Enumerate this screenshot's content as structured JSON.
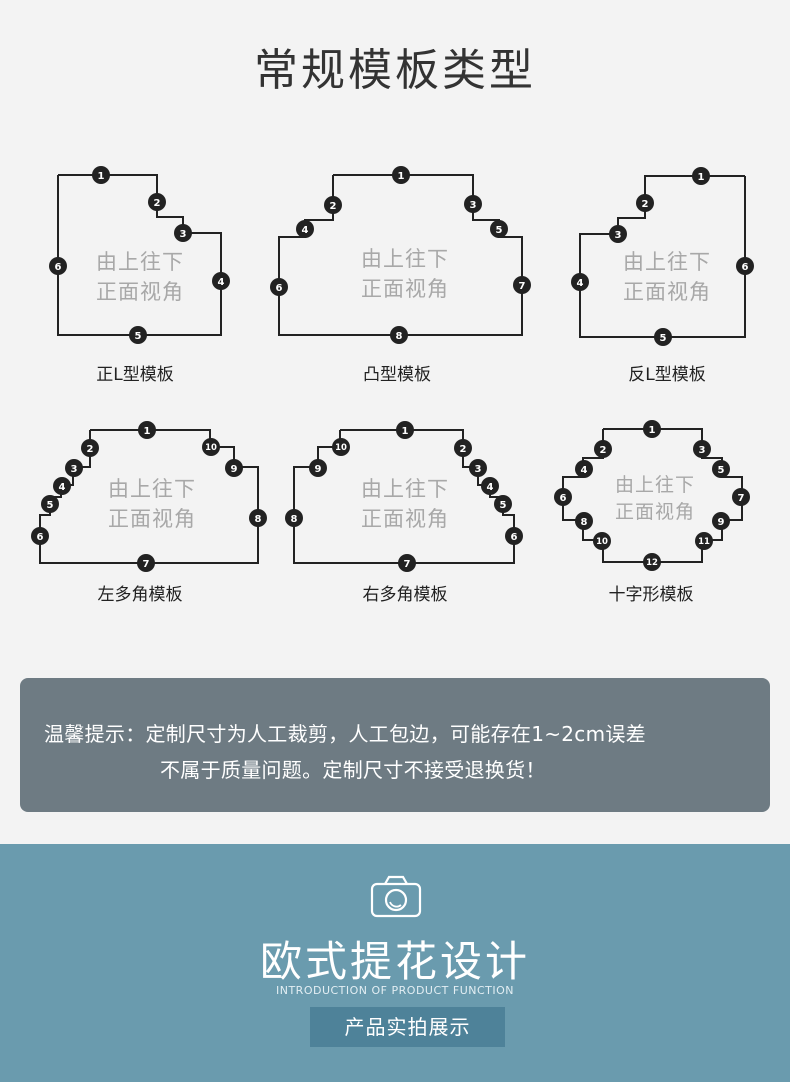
{
  "section_title": "常规模板类型",
  "templates": [
    {
      "label": "正L型模板",
      "inner_line1": "由上往下",
      "inner_line2": "正面视角",
      "markers": [
        "1",
        "2",
        "3",
        "4",
        "5",
        "6"
      ]
    },
    {
      "label": "凸型模板",
      "inner_line1": "由上往下",
      "inner_line2": "正面视角",
      "markers": [
        "1",
        "2",
        "3",
        "4",
        "5",
        "6",
        "7",
        "8"
      ]
    },
    {
      "label": "反L型模板",
      "inner_line1": "由上往下",
      "inner_line2": "正面视角",
      "markers": [
        "1",
        "2",
        "3",
        "4",
        "5",
        "6"
      ]
    },
    {
      "label": "左多角模板",
      "inner_line1": "由上往下",
      "inner_line2": "正面视角",
      "markers": [
        "1",
        "2",
        "3",
        "4",
        "5",
        "6",
        "7",
        "8",
        "9",
        "10"
      ]
    },
    {
      "label": "右多角模板",
      "inner_line1": "由上往下",
      "inner_line2": "正面视角",
      "markers": [
        "1",
        "2",
        "3",
        "4",
        "5",
        "6",
        "7",
        "8",
        "9",
        "10"
      ]
    },
    {
      "label": "十字形模板",
      "inner_line1": "由上往下",
      "inner_line2": "正面视角",
      "markers": [
        "1",
        "2",
        "3",
        "4",
        "5",
        "6",
        "7",
        "8",
        "9",
        "10",
        "11",
        "12"
      ]
    }
  ],
  "notice": {
    "line1": "温馨提示：定制尺寸为人工裁剪，人工包边，可能存在1~2cm误差",
    "line2": "不属于质量问题。定制尺寸不接受退换货！"
  },
  "banner": {
    "icon": "camera-icon",
    "title": "欧式提花设计",
    "subtitle": "INTRODUCTION OF PRODUCT FUNCTION",
    "button": "产品实拍展示"
  },
  "colors": {
    "notice_bg": "#6e7b83",
    "banner_bg": "#6a9bae",
    "button_bg": "#4e8299",
    "marker": "#222222"
  }
}
